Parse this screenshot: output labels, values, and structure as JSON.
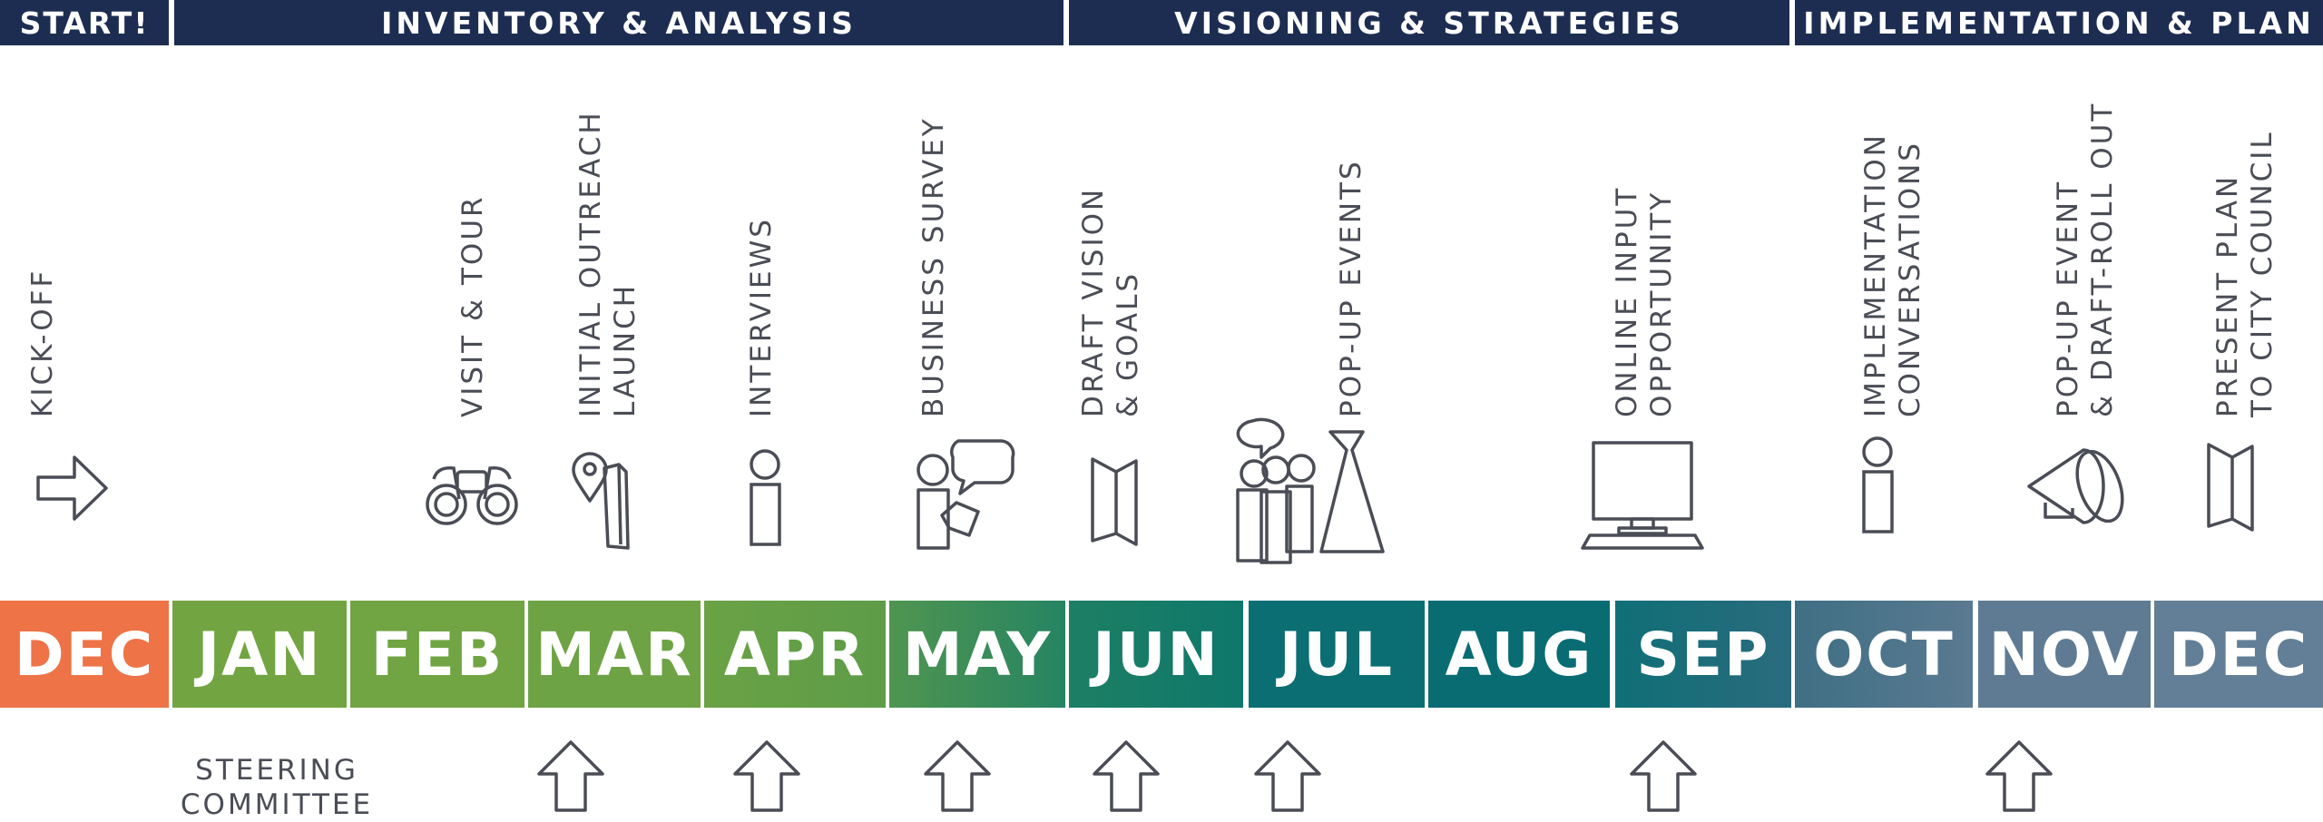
{
  "phases": [
    "START!",
    "INVENTORY & ANALYSIS",
    "VISIONING & STRATEGIES",
    "IMPLEMENTATION & PLAN"
  ],
  "events": {
    "kickoff": "KICK-OFF",
    "visit": "VISIT & TOUR",
    "outreach": "INITIAL OUTREACH\nLAUNCH",
    "interviews": "INTERVIEWS",
    "survey": "BUSINESS SURVEY",
    "vision": "DRAFT VISION\n& GOALS",
    "popup": "POP-UP EVENTS",
    "online": "ONLINE INPUT\nOPPORTUNITY",
    "implementation": "IMPLEMENTATION\nCONVERSATIONS",
    "rollout": "POP-UP EVENT\n& DRAFT-ROLL OUT",
    "council": "PRESENT PLAN\nTO CITY COUNCIL"
  },
  "months": [
    "DEC",
    "JAN",
    "FEB",
    "MAR",
    "APR",
    "MAY",
    "JUN",
    "JUL",
    "AUG",
    "SEP",
    "OCT",
    "NOV",
    "DEC"
  ],
  "steering": {
    "label": "STEERING\nCOMMITTEE"
  },
  "icons": {
    "kickoff": "arrow-right-icon",
    "visit": "binoculars-icon",
    "outreach": "map-pin-brochure-icon",
    "interviews": "person-icon",
    "survey": "person-speech-bubble-icon",
    "vision": "brochure-icon",
    "popup": "group-with-megaphone-icon",
    "online": "computer-icon",
    "implementation": "person-icon",
    "rollout": "megaphone-icon",
    "council": "brochure-icon",
    "steering": "arrow-up-icon"
  },
  "colors": {
    "phase_bar": "#1d2d52",
    "start_month": "#ee7346",
    "inventory_green": "#72a542",
    "teal": "#0b6e73",
    "slate": "#5f7b93",
    "icon_stroke": "#4a4d56"
  }
}
